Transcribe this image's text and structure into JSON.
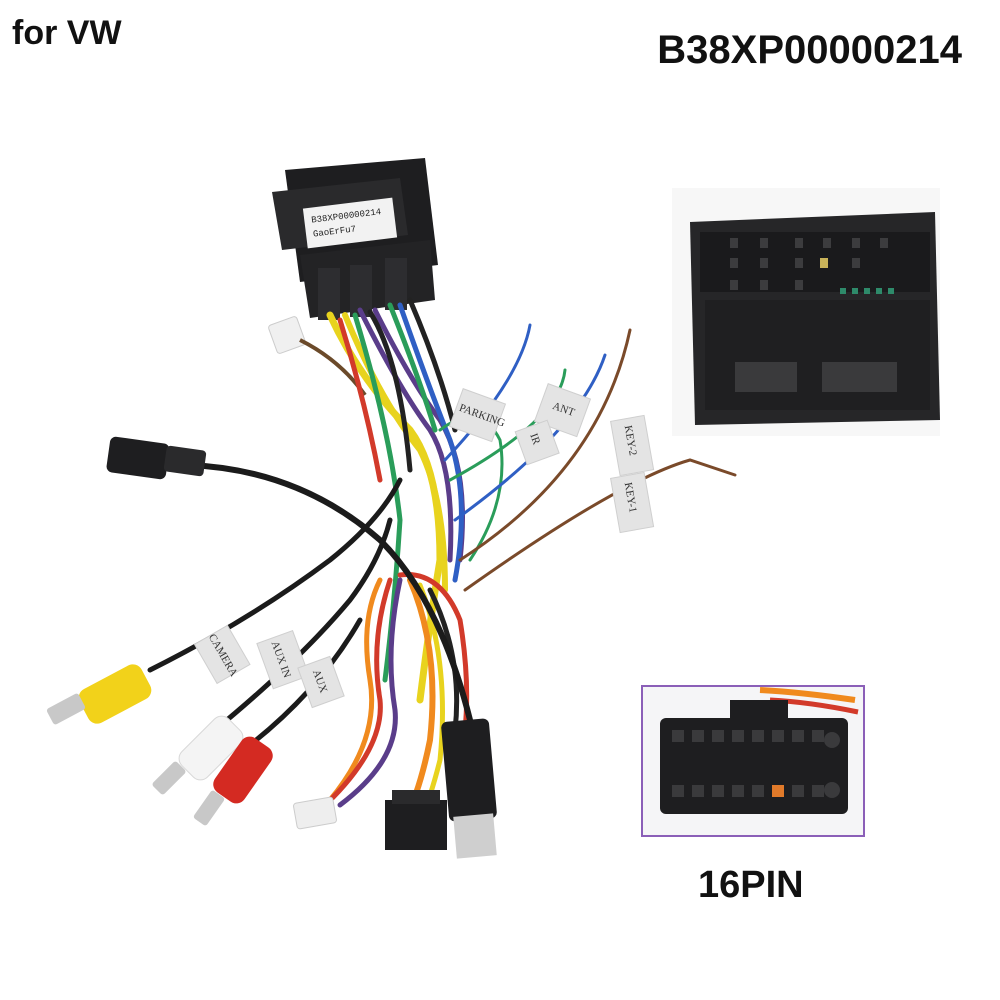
{
  "header": {
    "vehicle": "for VW",
    "part_number": "B38XP00000214"
  },
  "connector_label": {
    "line1": "B38XP00000214",
    "line2": "GaoErFu7"
  },
  "wire_tags": {
    "parking": "PARKING",
    "ant": "ANT",
    "ir": "IR",
    "key2": "KEY-2",
    "key1": "KEY-1",
    "camera": "CAMERA",
    "aux_in": "AUX IN",
    "aux": "AUX"
  },
  "inset": {
    "pin_count_label": "16PIN"
  },
  "colors": {
    "wire_yellow": "#e8d31e",
    "wire_purple": "#5a3d8a",
    "wire_green": "#2a9d5a",
    "wire_blue": "#2f5fc4",
    "wire_brown": "#7a4a2a",
    "wire_red": "#d23a2a",
    "wire_orange": "#f08a1e",
    "connector_black": "#1e1e20",
    "inset_border": "#8b5fb8"
  }
}
